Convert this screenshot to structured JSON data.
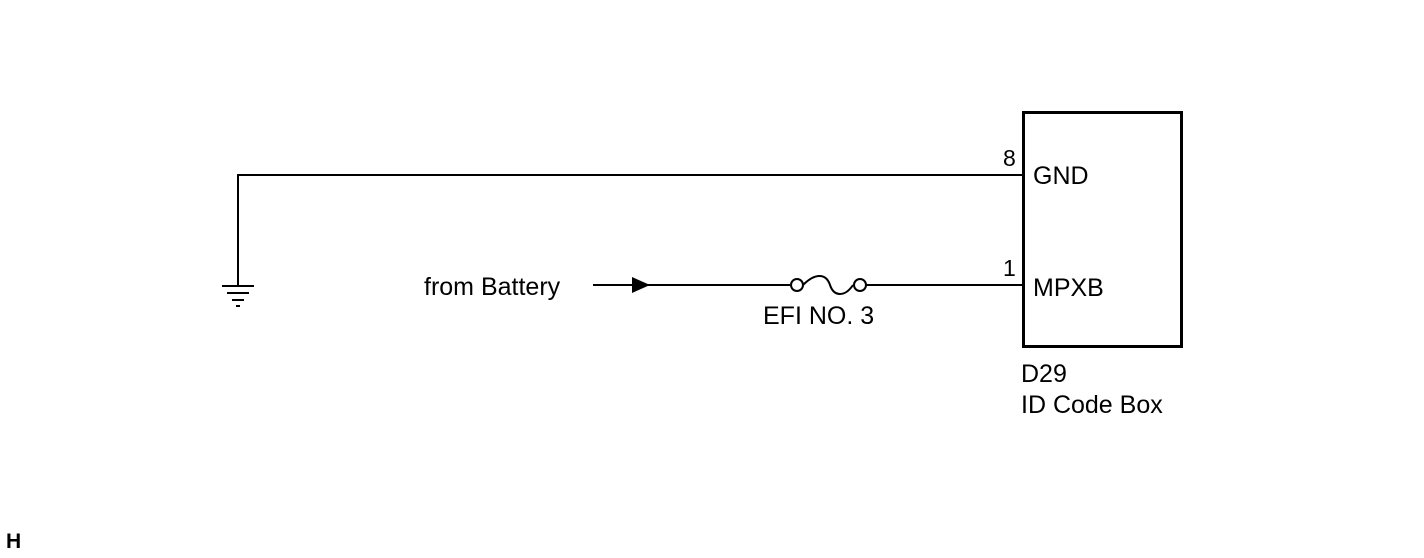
{
  "component": {
    "code": "D29",
    "name": "ID Code Box"
  },
  "pins": [
    {
      "number": "8",
      "name": "GND"
    },
    {
      "number": "1",
      "name": "MPXB"
    }
  ],
  "source_label": "from Battery",
  "fuse_label": "EFI NO. 3",
  "corner_mark": "H"
}
